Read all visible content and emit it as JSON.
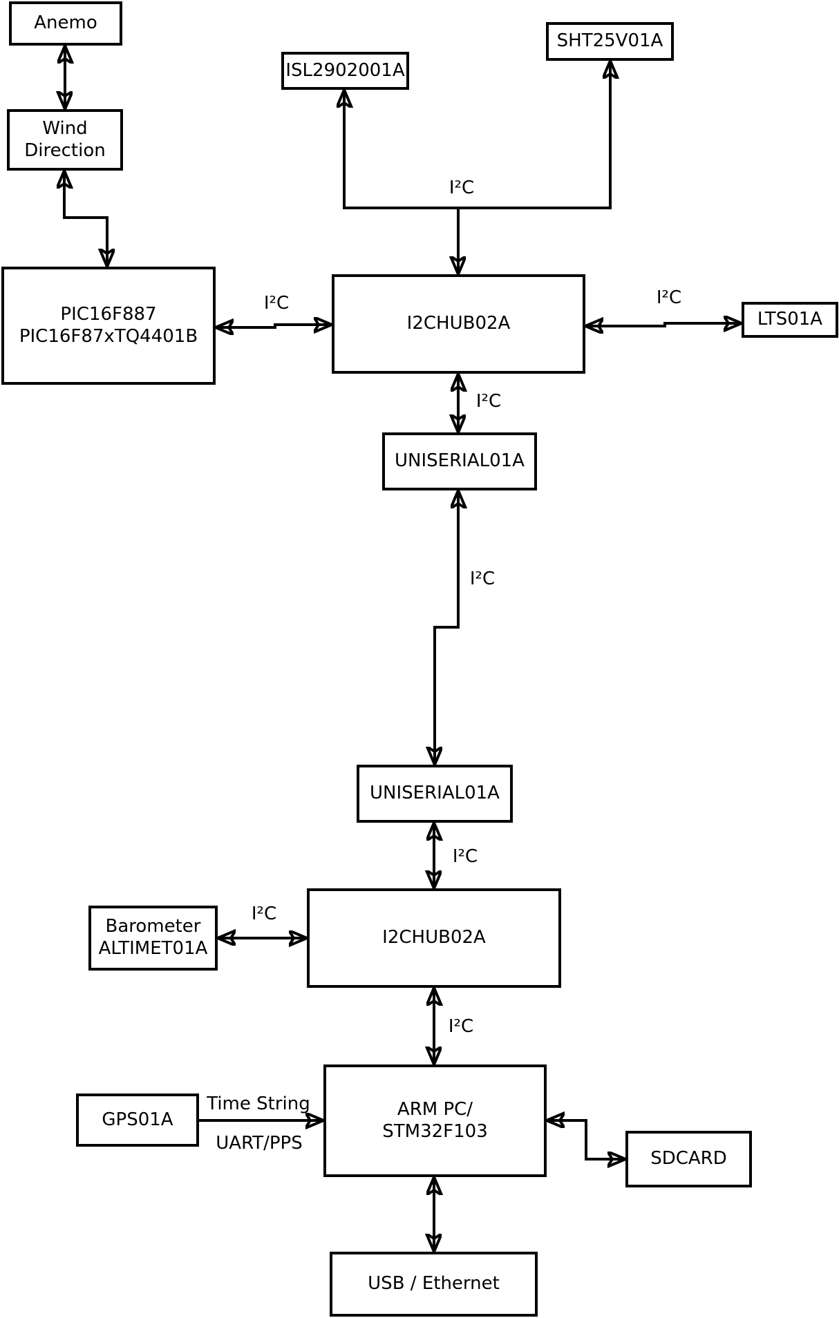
{
  "diagram": {
    "type": "block-diagram",
    "background": "#ffffff",
    "line_color": "#000000",
    "text_color": "#000000",
    "nodes": {
      "anemo": {
        "label": "Anemo"
      },
      "wind_direction": {
        "label": "Wind\nDirection"
      },
      "pic": {
        "label": "PIC16F887\nPIC16F87xTQ4401B"
      },
      "isl": {
        "label": "ISL2902001A"
      },
      "sht": {
        "label": "SHT25V01A"
      },
      "i2chub_top": {
        "label": "I2CHUB02A"
      },
      "lts": {
        "label": "LTS01A"
      },
      "uniserial_upper": {
        "label": "UNISERIAL01A"
      },
      "uniserial_lower": {
        "label": "UNISERIAL01A"
      },
      "i2chub_bottom": {
        "label": "I2CHUB02A"
      },
      "barometer": {
        "label": "Barometer\nALTIMET01A"
      },
      "gps": {
        "label": "GPS01A"
      },
      "arm_pc": {
        "label": "ARM PC/\nSTM32F103"
      },
      "sdcard": {
        "label": "SDCARD"
      },
      "usb_ethernet": {
        "label": "USB / Ethernet"
      }
    },
    "edge_labels": {
      "bus_top": "I²C",
      "pic_hub": "I²C",
      "hub_lts": "I²C",
      "hub_uniserial": "I²C",
      "uniserial_link": "I²C",
      "uniserial_hub2": "I²C",
      "barometer_hub2": "I²C",
      "hub2_arm": "I²C",
      "gps_arm_top": "Time String",
      "gps_arm_bottom": "UART/PPS"
    }
  }
}
